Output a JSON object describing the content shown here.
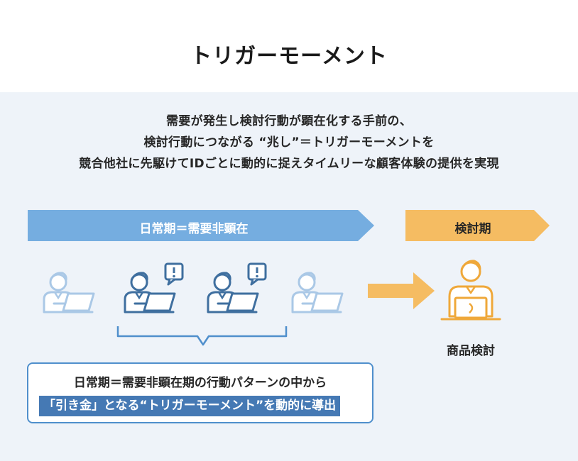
{
  "title": "トリガーモーメント",
  "intro": {
    "line1": "需要が発生し検討行動が顕在化する手前の、",
    "line2": "検討行動につながる “兆し”＝トリガーモーメントを",
    "line3": "競合他社に先駆けてIDごとに動的に捉えタイムリーな顧客体験の提供を実現"
  },
  "phases": {
    "normal": "日常期＝需要非顕在",
    "consider": "検討期"
  },
  "consider_caption": "商品検討",
  "box": {
    "line1": "日常期＝需要非顕在期の行動パターンの中から",
    "line2": "「引き金」となる“トリガーモーメント”を動的に導出"
  },
  "colors": {
    "blue_arrow": "#75ade0",
    "orange_arrow": "#f5bc62",
    "light_person": "#aac8e6",
    "dark_person": "#3f6f9f",
    "orange_person": "#efa83a",
    "panel_bg": "#eef3f9"
  },
  "icons": [
    "person-laptop-icon",
    "exclamation-bubble-icon",
    "arrow-right-icon",
    "bracket-icon"
  ]
}
